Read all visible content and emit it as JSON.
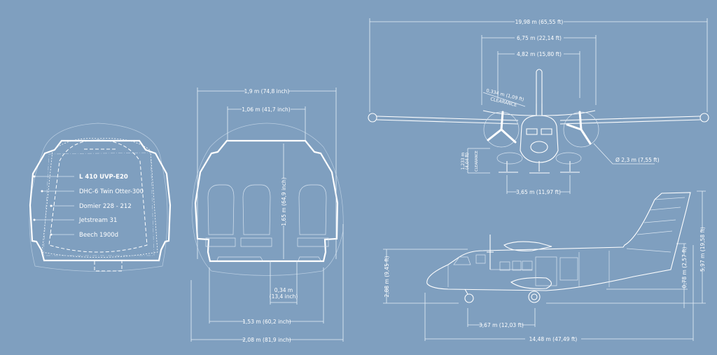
{
  "comparison": {
    "items": [
      {
        "label": "L 410 UVP-E20"
      },
      {
        "label": "DHC-6 Twin Otter-300"
      },
      {
        "label": "Domier 228 - 212"
      },
      {
        "label": "Jetstream 31"
      },
      {
        "label": "Beech 1900d"
      }
    ]
  },
  "cabin_section": {
    "outer_width": "1,9 m (74,8 inch)",
    "ceiling_width": "1,06 m (41,7 inch)",
    "height": "1,65 m (64,9 inch)",
    "aisle_width_m": "0,34 m",
    "aisle_width_in": "(13,4 inch)",
    "floor_width": "1,53 m (60,2 inch)",
    "max_width": "2,08 m (81,9 inch)"
  },
  "front_view": {
    "wingspan": "19,98 m (65,55 ft)",
    "stabilizer_span": "6,75 m (22,14 ft)",
    "engine_spacing": "4,82 m (15,80 ft)",
    "prop_clearance": "0,334 m (1,09 ft)",
    "prop_clearance_label": "CLEARANCE",
    "ground_clearance_m": "1,233 m",
    "ground_clearance_ft": "(4,04 ft)",
    "ground_clearance_label": "CLEARANCE",
    "prop_diameter": "Ø 2,3 m (7,55 ft)",
    "wheel_track": "3,65 m (11,97 ft)"
  },
  "side_view": {
    "fuselage_height": "2,88 m (9,45 ft)",
    "tail_height": "5,97 m (19,58 ft)",
    "tail_clearance": "0,78 m (2,57 ft)",
    "wheel_base": "3,67 m (12,03 ft)",
    "length": "14,48 m (47,49 ft)"
  }
}
